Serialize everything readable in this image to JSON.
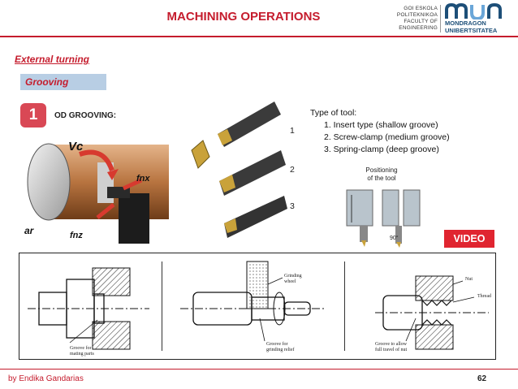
{
  "header": {
    "title": "MACHINING OPERATIONS",
    "university_lines": [
      "GOI ESKOLA",
      "POLITEKNIKOA",
      "FACULTY OF",
      "ENGINEERING"
    ],
    "brand_lines": [
      "MONDRAGON",
      "UNIBERTSITATEA"
    ]
  },
  "section": {
    "main": "External turning",
    "sub": "Grooving"
  },
  "step": {
    "number": "1",
    "label": "OD GROOVING:"
  },
  "tools": {
    "heading": "Type of tool:",
    "items": [
      "1. Insert type (shallow groove)",
      "2. Screw-clamp (medium groove)",
      "3. Spring-clamp (deep groove)"
    ],
    "numbers": [
      "1",
      "2",
      "3"
    ]
  },
  "positioning": {
    "line1": "Positioning",
    "line2": "of the tool",
    "angle": "90°"
  },
  "photo_labels": {
    "vc": "Vc",
    "fnx": "fnx",
    "ar": "ar",
    "fnz": "fnz"
  },
  "video_button": "VIDEO",
  "drawings": {
    "left_caption": [
      "Groove for",
      "mating parts"
    ],
    "middle_top": [
      "Grinding",
      "wheel"
    ],
    "middle_caption": [
      "Groove for",
      "grinding relief"
    ],
    "right_nut": "Nut",
    "right_thread": "Thread",
    "right_caption": [
      "Groove to allow",
      "full travel of nut"
    ]
  },
  "footer": {
    "author": "by Endika Gandarias",
    "page": "62"
  },
  "colors": {
    "accent_red": "#c51c2d",
    "section_bg": "#b8cee4",
    "video_red": "#e02530",
    "brand_blue": "#1d4f78"
  }
}
